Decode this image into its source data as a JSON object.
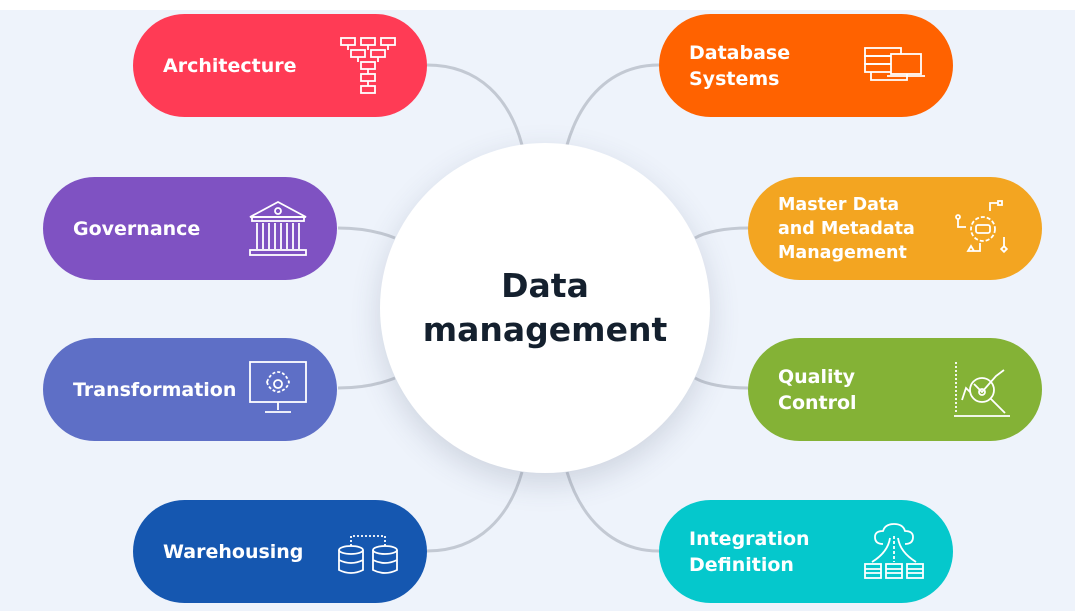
{
  "center": {
    "title": "Data\nmanagement"
  },
  "nodes": [
    {
      "label": "Architecture",
      "color": "#ff3b55",
      "icon": "hierarchy-icon"
    },
    {
      "label": "Governance",
      "color": "#7f52c2",
      "icon": "institution-icon"
    },
    {
      "label": "Transformation",
      "color": "#5e6fc6",
      "icon": "monitor-gear-icon"
    },
    {
      "label": "Warehousing",
      "color": "#1557b0",
      "icon": "database-link-icon"
    },
    {
      "label": "Database\nSystems",
      "color": "#ff6200",
      "icon": "server-laptop-icon"
    },
    {
      "label": "Master Data\nand Metadata\nManagement",
      "color": "#f3a521",
      "icon": "gear-flow-icon"
    },
    {
      "label": "Quality\nControl",
      "color": "#84b236",
      "icon": "chart-magnifier-icon"
    },
    {
      "label": "Integration\nDefinition",
      "color": "#05c8cc",
      "icon": "cloud-database-icon"
    }
  ],
  "connector_color": "#c3c9d3"
}
